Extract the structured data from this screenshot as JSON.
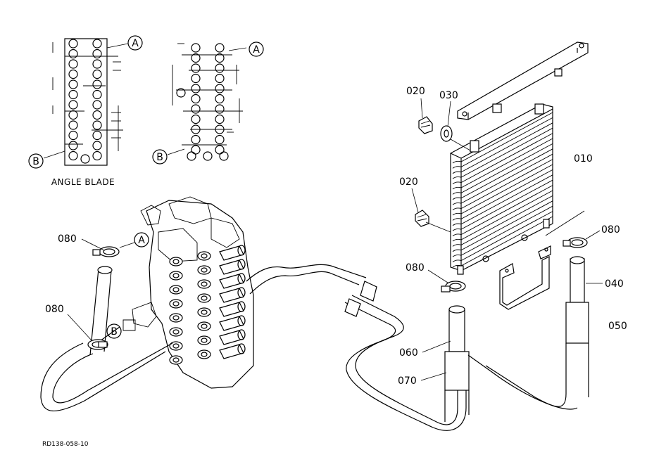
{
  "labels": {
    "part_010": "010",
    "part_020_top": "020",
    "part_020_mid": "020",
    "part_030": "030",
    "part_040": "040",
    "part_050": "050",
    "part_060": "060",
    "part_070": "070",
    "part_080_left_top": "080",
    "part_080_left_bottom": "080",
    "part_080_center": "080",
    "part_080_right": "080",
    "marker_a_top_left": "A",
    "marker_a_top_right": "A",
    "marker_a_valve": "A",
    "marker_b_top_left": "B",
    "marker_b_top_right": "B",
    "marker_b_valve": "B"
  },
  "caption": "ANGLE BLADE",
  "drawing_ref": "RD138-058-10"
}
